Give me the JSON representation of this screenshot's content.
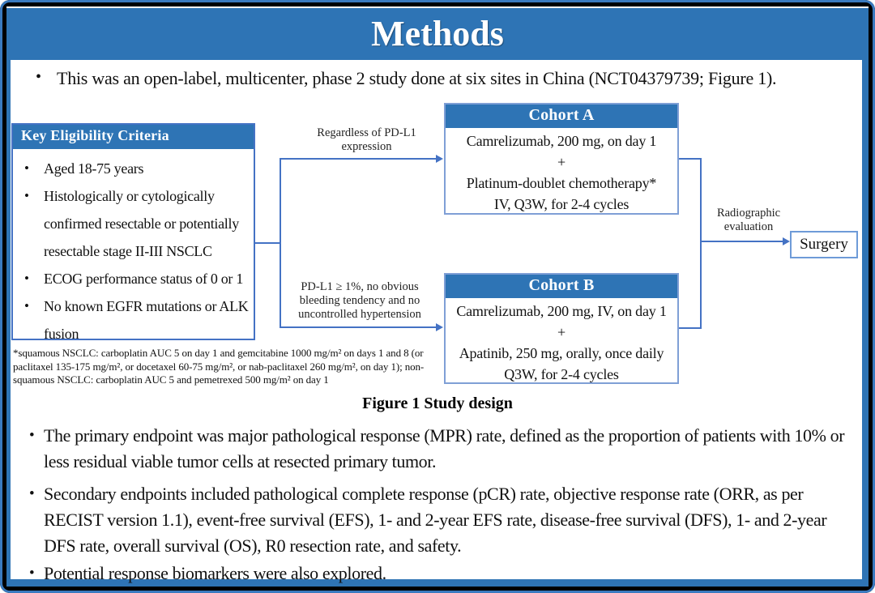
{
  "slide": {
    "title": "Methods",
    "intro_bullet": "This was an open-label, multicenter, phase 2 study done at six sites in China (NCT04379739; Figure 1).",
    "bullets": [
      "The primary endpoint was major pathological response (MPR) rate, defined as the proportion of patients with 10% or less residual viable tumor cells at resected primary tumor.",
      "Secondary endpoints included pathological complete response (pCR) rate, objective response rate (ORR, as per RECIST version 1.1), event-free survival (EFS), 1- and 2-year EFS rate, disease-free survival (DFS), 1- and 2-year DFS rate, overall survival (OS), R0 resection rate, and safety.",
      "Potential response biomarkers were also explored."
    ]
  },
  "figure": {
    "eligibility": {
      "header": "Key Eligibility Criteria",
      "items": [
        "Aged 18-75 years",
        "Histologically or cytologically confirmed resectable or potentially resectable stage II-III NSCLC",
        "ECOG performance status of 0 or 1",
        "No known EGFR mutations or ALK fusion"
      ]
    },
    "branch_top_label": "Regardless of PD-L1 expression",
    "branch_bottom_label": "PD-L1 ≥ 1%, no obvious bleeding tendency and no uncontrolled hypertension",
    "cohort_a": {
      "header": "Cohort A",
      "lines": [
        "Camrelizumab, 200 mg, on day 1",
        "+",
        "Platinum-doublet chemotherapy*",
        "IV, Q3W, for 2-4 cycles"
      ]
    },
    "cohort_b": {
      "header": "Cohort B",
      "lines": [
        "Camrelizumab, 200 mg, IV, on day 1",
        "+",
        "Apatinib, 250 mg, orally, once daily",
        "Q3W, for 2-4 cycles"
      ]
    },
    "radiographic_label": "Radiographic evaluation",
    "surgery_label": "Surgery",
    "footnote": "*squamous NSCLC: carboplatin AUC 5 on day 1 and gemcitabine 1000 mg/m² on days 1 and 8 (or paclitaxel 135-175 mg/m², or docetaxel 60-75 mg/m², or nab-paclitaxel 260 mg/m², on day 1); non-squamous NSCLC: carboplatin AUC 5 and pemetrexed 500 mg/m² on day 1",
    "caption": "Figure 1 Study design"
  },
  "colors": {
    "accent_blue": "#2e74b5",
    "connector_blue": "#4472c4",
    "box_border_light_blue": "#7f9fd6",
    "surgery_border_blue": "#6e9bd8",
    "frame_black": "#000000",
    "text_black": "#111111",
    "background_white": "#ffffff"
  }
}
